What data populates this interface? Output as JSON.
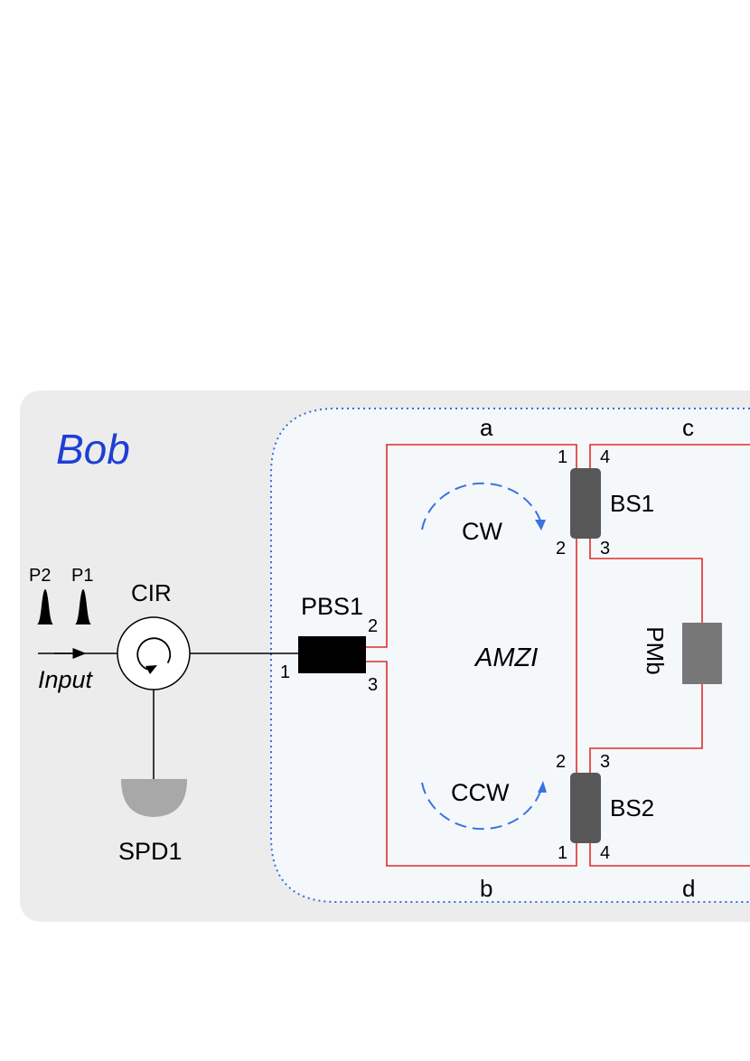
{
  "panel": {
    "title": "Bob"
  },
  "pulses": {
    "p2": "P2",
    "p1": "P1"
  },
  "input_label": "Input",
  "components": {
    "circulator": "CIR",
    "detector": "SPD1",
    "pbs": "PBS1",
    "bs1": "BS1",
    "bs2": "BS2",
    "phase_modulator": "PMb",
    "interferometer": "AMZI"
  },
  "directions": {
    "cw": "CW",
    "ccw": "CCW"
  },
  "arms": {
    "a": "a",
    "b": "b",
    "c": "c",
    "d": "d"
  },
  "ports": {
    "pbs_1": "1",
    "pbs_2": "2",
    "pbs_3": "3",
    "bs1_1": "1",
    "bs1_2": "2",
    "bs1_3": "3",
    "bs1_4": "4",
    "bs2_1": "1",
    "bs2_2": "2",
    "bs2_3": "3",
    "bs2_4": "4"
  },
  "colors": {
    "panel_bg": "#ececec",
    "loop_bg": "#f4f8fb",
    "loop_border": "#2f6fe0",
    "fiber_red": "#e22b2b",
    "title_blue": "#1d3fd6",
    "arrow_blue": "#3a73e0",
    "bs_fill": "#575757",
    "pm_fill": "#777777",
    "detector_fill": "#a8a8a8"
  }
}
